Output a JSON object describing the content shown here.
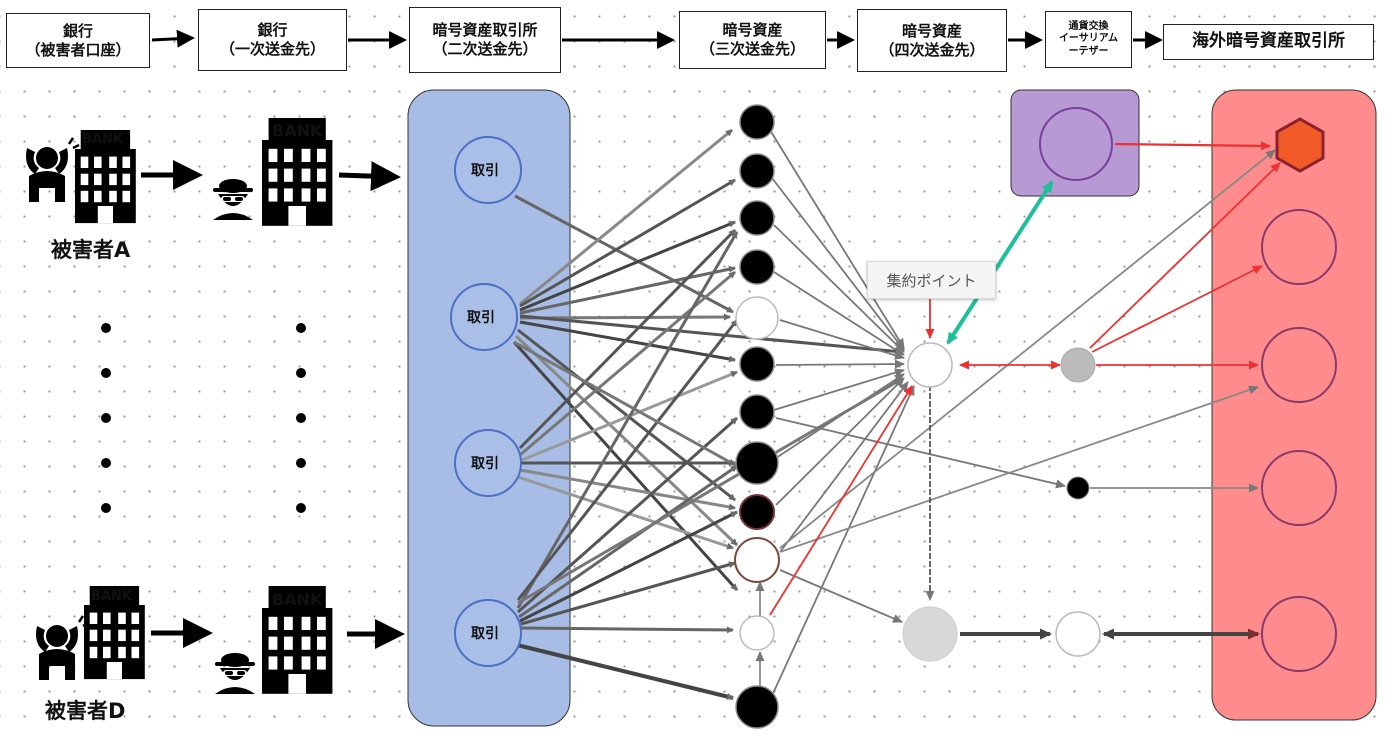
{
  "header": {
    "steps": [
      {
        "lines": [
          "銀行",
          "（被害者口座）"
        ]
      },
      {
        "lines": [
          "銀行",
          "（一次送金先）"
        ]
      },
      {
        "lines": [
          "暗号資産取引所",
          "（二次送金先）"
        ]
      },
      {
        "lines": [
          "暗号資産",
          "（三次送金先）"
        ]
      },
      {
        "lines": [
          "暗号資産",
          "（四次送金先）"
        ]
      },
      {
        "lines": [
          "通貨交換",
          "イーサリアム",
          "ーテザー"
        ]
      },
      {
        "lines": [
          "海外暗号資産取引所"
        ]
      }
    ]
  },
  "victims": {
    "a_label": "被害者A",
    "d_label": "被害者D",
    "bank_text": "BANK"
  },
  "exchange": {
    "trade_label": "取引"
  },
  "aggregation": {
    "label": "集約ポイント"
  },
  "colors": {
    "exchange_panel": "#a7bde6",
    "exchange_border": "#4a6fc4",
    "overseas_panel": "#ff8c8c",
    "swap_panel": "#b79ad3",
    "red_flow": "#f03030",
    "teal_flow": "#1fbf99",
    "gray_flow": "#777777",
    "hexagon": "#f25a28"
  },
  "icons": [
    "victim-person-icon",
    "bank-building-icon",
    "hooded-criminal-icon",
    "arrow-icon",
    "hexagon-icon"
  ]
}
